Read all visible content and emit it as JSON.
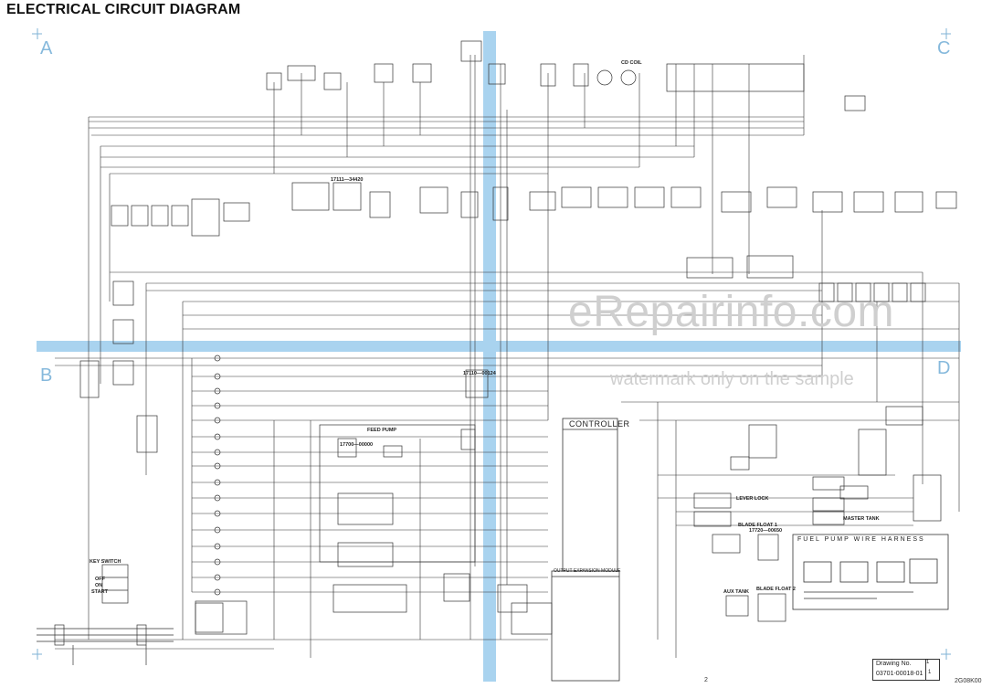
{
  "title": "ELECTRICAL CIRCUIT DIAGRAM",
  "zones": {
    "a": "A",
    "b": "B",
    "c": "C",
    "d": "D"
  },
  "watermark": {
    "main": "eRepairinfo.com",
    "sub": "watermark only on the sample"
  },
  "controller": {
    "title": "CONTROLLER",
    "module": "OUTPUT EXPANSION MODULE"
  },
  "fuel_pump": {
    "title": "FUEL PUMP WIRE HARNESS"
  },
  "parts": {
    "p_17110": "17110—00124",
    "p_17700": "17700—00000",
    "p_17720": "17720—00650",
    "p_17111": "17111—34420",
    "key_switch": "KEY SWITCH",
    "off": "OFF",
    "on": "ON",
    "start": "START",
    "feed_pump": "FEED PUMP",
    "master_tank": "MASTER TANK",
    "lever_lock": "LEVER LOCK",
    "blade_float_1": "BLADE FLOAT 1",
    "blade_float_2": "BLADE FLOAT 2",
    "aux_tank": "AUX TANK",
    "cd_coil": "CD COIL"
  },
  "drawing": {
    "label": "Drawing No.",
    "number": "03701-00018-01",
    "sheet": "1",
    "total": "1"
  },
  "page_number": "2",
  "code": "2G08K00",
  "colors": {
    "band": "#a9d3ef",
    "zone": "#86b9dc",
    "ink": "#222222",
    "watermark": "#cfcfcf"
  }
}
